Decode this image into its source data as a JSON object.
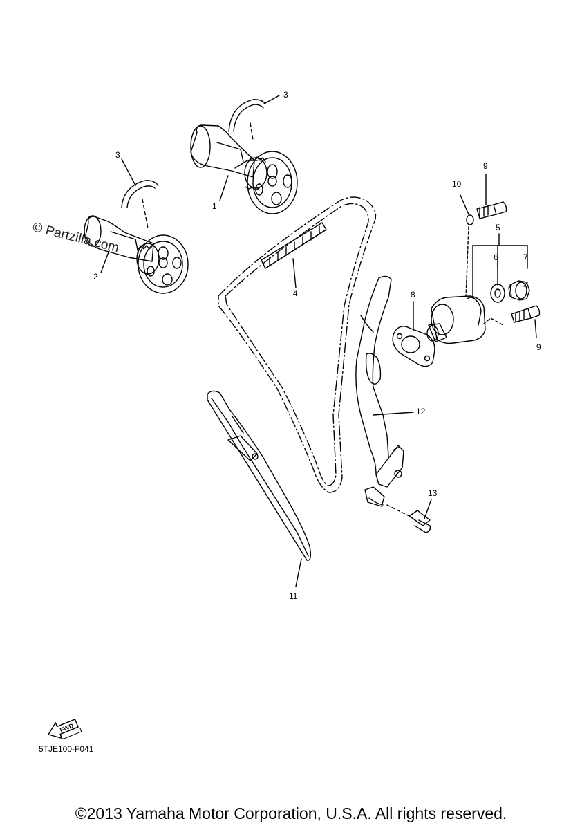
{
  "watermark": "© Partzilla.com",
  "diagram_code": "5TJE100-F041",
  "copyright": "©2013 Yamaha Motor Corporation, U.S.A. All rights reserved.",
  "fwd_label": "FWD",
  "callouts": {
    "p1": "1",
    "p2": "2",
    "p3a": "3",
    "p3b": "3",
    "p4": "4",
    "p5": "5",
    "p6": "6",
    "p7": "7",
    "p8": "8",
    "p9a": "9",
    "p9b": "9",
    "p10": "10",
    "p11": "11",
    "p12": "12",
    "p13": "13"
  }
}
